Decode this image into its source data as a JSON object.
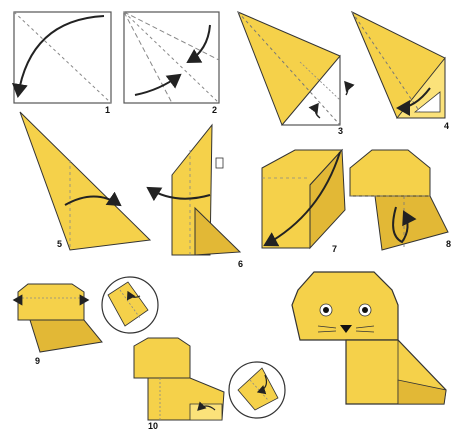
{
  "steps": [
    {
      "n": "1"
    },
    {
      "n": "2"
    },
    {
      "n": "3"
    },
    {
      "n": "4"
    },
    {
      "n": "5"
    },
    {
      "n": "6"
    },
    {
      "n": "7"
    },
    {
      "n": "8"
    },
    {
      "n": "9"
    },
    {
      "n": "10"
    }
  ],
  "colors": {
    "paper": "#f5d14a",
    "paper_dark": "#e2b836",
    "paper_light": "#fbe27a",
    "outline": "#333333",
    "arrow": "#222222",
    "fold_line": "#777777"
  }
}
